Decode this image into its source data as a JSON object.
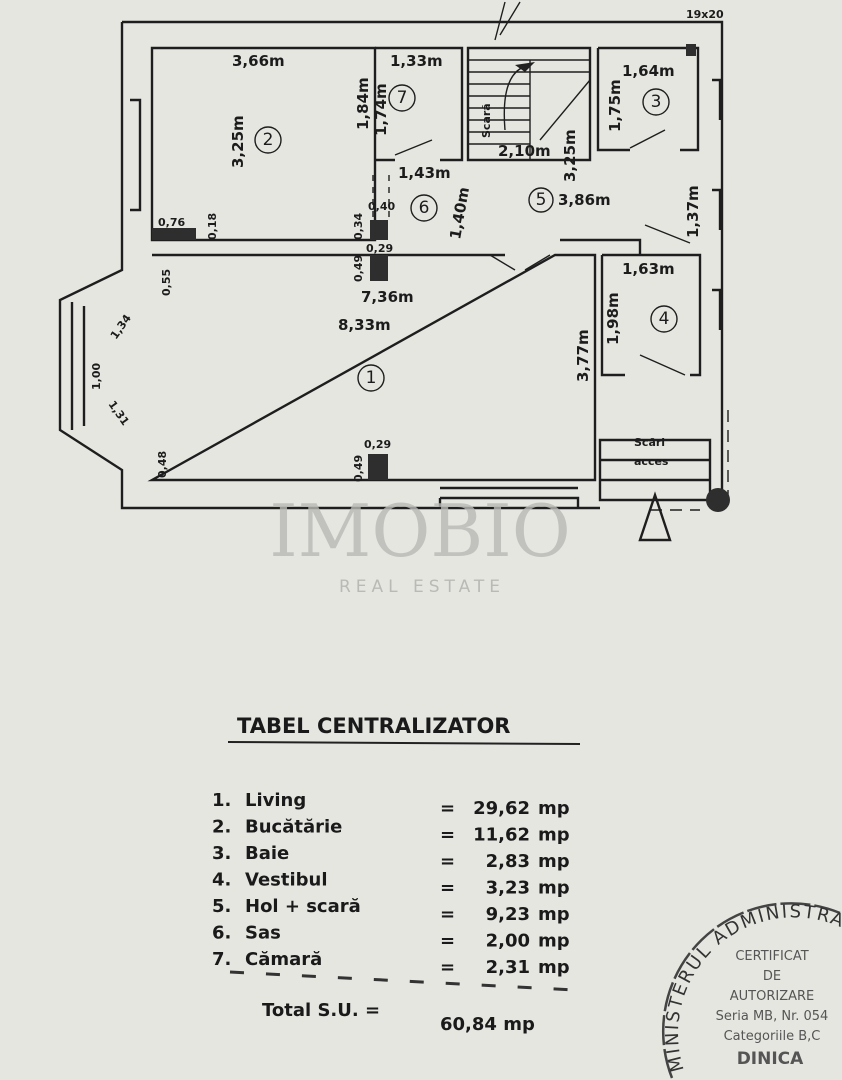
{
  "plan": {
    "column_label": "19x20",
    "room_numbers": [
      "1",
      "2",
      "3",
      "4",
      "5",
      "6",
      "7"
    ],
    "stairs_label": "Scară",
    "access_stairs": [
      "Scări",
      "acces"
    ],
    "dims": {
      "r2_w": "3,66m",
      "r2_h": "3,25m",
      "r2_wall": "1,84m",
      "r7_w": "1,33m",
      "r7_h": "1,74m",
      "stairs_w": "2,10m",
      "hall_h": "3,25m",
      "r3_w": "1,64m",
      "r3_h": "1,75m",
      "r6_w": "1,43m",
      "r6_h": "1,40m",
      "r6_a": "0,40",
      "r6_b": "0,34",
      "r2_col_w": "0,76",
      "r2_col_h": "0,18",
      "col_top_w": "0,29",
      "col_top_h": "0,49",
      "hall_w": "3,86m",
      "r5_side": "1,37m",
      "r4_w": "1,63m",
      "r4_h": "1,98m",
      "r1_inner": "7,36m",
      "r1_w": "8,33m",
      "r1_h": "3,77m",
      "bay_a": "0,55",
      "bay_b": "1,34",
      "bay_c": "1,00",
      "bay_d": "1,31",
      "bay_e": "0,48",
      "col_bot_w": "0,29",
      "col_bot_h": "0,49"
    }
  },
  "watermark": {
    "brand": "IMOBIO",
    "tagline": "REAL ESTATE"
  },
  "table": {
    "title": "TABEL CENTRALIZATOR",
    "rows": [
      {
        "no": "1.",
        "name": "Living",
        "eq": "=",
        "value": "29,62",
        "unit": "mp"
      },
      {
        "no": "2.",
        "name": "Bucătărie",
        "eq": "=",
        "value": "11,62",
        "unit": "mp"
      },
      {
        "no": "3.",
        "name": "Baie",
        "eq": "=",
        "value": "2,83",
        "unit": "mp"
      },
      {
        "no": "4.",
        "name": "Vestibul",
        "eq": "=",
        "value": "3,23",
        "unit": "mp"
      },
      {
        "no": "5.",
        "name": "Hol + scară",
        "eq": "=",
        "value": "9,23",
        "unit": "mp"
      },
      {
        "no": "6.",
        "name": "Sas",
        "eq": "=",
        "value": "2,00",
        "unit": "mp"
      },
      {
        "no": "7.",
        "name": "Cămară",
        "eq": "=",
        "value": "2,31",
        "unit": "mp"
      }
    ],
    "total_label": "Total S.U. =",
    "total_value": "60,84 mp"
  },
  "stamp": {
    "ring": "MINISTERUL ADMINISTRA",
    "lines": [
      "CERTIFICAT",
      "DE",
      "AUTORIZARE",
      "Seria MB, Nr. 054",
      "Categoriile B,C",
      "DINICA"
    ]
  }
}
